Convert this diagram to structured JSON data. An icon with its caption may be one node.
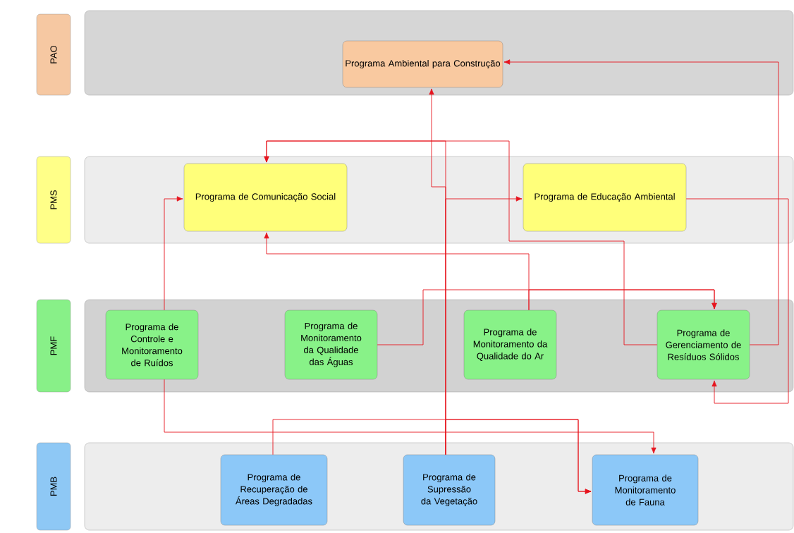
{
  "diagram": {
    "nodes": [
      {
        "text": [
          "PAO"
        ]
      },
      {
        "text": [],
        "shape": "band"
      },
      {
        "text": [
          "Programa Ambiental para Construção"
        ],
        "in": 1
      },
      {
        "text": [
          "PMS"
        ]
      },
      {
        "text": [],
        "shape": "band"
      },
      {
        "text": [
          "Programa de Comunicação Social"
        ],
        "in": 4
      },
      {
        "text": [
          "Programa de Educação Ambiental"
        ],
        "in": 4
      },
      {
        "text": [
          "PMF"
        ]
      },
      {
        "text": [],
        "shape": "band"
      },
      {
        "text": [
          "Programa de Controle e Monitoramento de Ruídos"
        ],
        "in": 8
      },
      {
        "text": [
          "Programa de Monitoramento da Qualidade das Águas"
        ],
        "in": 8
      },
      {
        "text": [
          "Programa de Monitoramento da Qualidade do Ar"
        ],
        "in": 8
      },
      {
        "text": [
          "Programa de Gerenciamento de Resíduos Sólidos"
        ],
        "in": 8
      },
      {
        "text": [
          "PMB"
        ]
      },
      {
        "text": [],
        "shape": "band"
      },
      {
        "text": [
          "Programa de Recuperação de Áreas Degradadas"
        ],
        "in": 14
      },
      {
        "text": [
          "Programa de Supressão da Vegetação"
        ],
        "in": 14
      },
      {
        "text": [
          "Programa de Monitoramento de Fauna"
        ],
        "in": 14
      }
    ],
    "edges": [
      {
        "from": 16,
        "to": 2,
        "arrow": "to"
      },
      {
        "from": 16,
        "to": 5,
        "arrow": "to"
      },
      {
        "from": 12,
        "to": 5,
        "arrow": "to"
      },
      {
        "from": 16,
        "to": 6,
        "arrow": "to"
      },
      {
        "from": 6,
        "to": 12,
        "arrow": "to"
      },
      {
        "from": 12,
        "to": 2,
        "arrow": "to"
      },
      {
        "from": 11,
        "to": 5,
        "arrow": "to"
      },
      {
        "from": 10,
        "to": 12,
        "arrow": "to"
      },
      {
        "from": 11,
        "to": 12,
        "arrow": "to"
      },
      {
        "from": 9,
        "to": 5,
        "arrow": "to"
      },
      {
        "from": 9,
        "to": 17,
        "arrow": "to"
      },
      {
        "from": 15,
        "to": 17,
        "arrow": "to"
      },
      {
        "from": 16,
        "to": 17,
        "arrow": "to"
      }
    ]
  }
}
